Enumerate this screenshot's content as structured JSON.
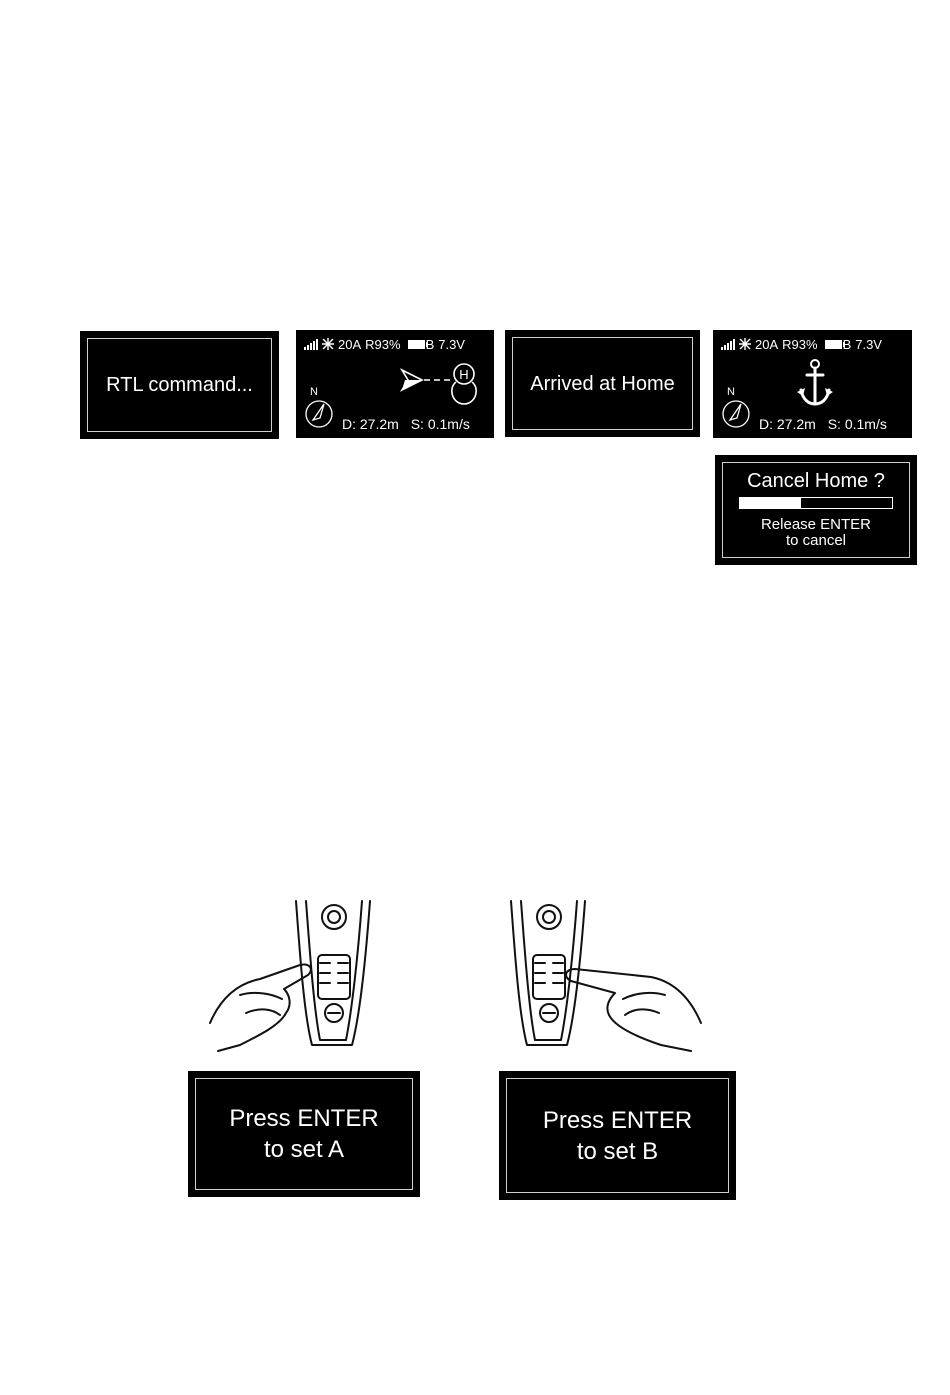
{
  "screens": {
    "rtl_command": {
      "text": "RTL command..."
    },
    "status_bar": {
      "current": "20A",
      "signal": "R93%",
      "battery_label": "B",
      "voltage": "7.3V"
    },
    "nav_screen": {
      "distance": "D: 27.2m",
      "speed": "S: 0.1m/s",
      "home_marker": "H",
      "north": "N"
    },
    "arrived": {
      "text": "Arrived at Home"
    },
    "anchor_screen": {
      "distance": "D: 27.2m",
      "speed": "S: 0.1m/s",
      "north": "N",
      "icon": "anchor-icon"
    },
    "cancel_home": {
      "title": "Cancel Home ?",
      "line1": "Release ENTER",
      "line2": "to cancel",
      "progress": 0.4
    },
    "set_a": {
      "line1": "Press ENTER",
      "line2": "to set A"
    },
    "set_b": {
      "line1": "Press ENTER",
      "line2": "to set B"
    }
  }
}
